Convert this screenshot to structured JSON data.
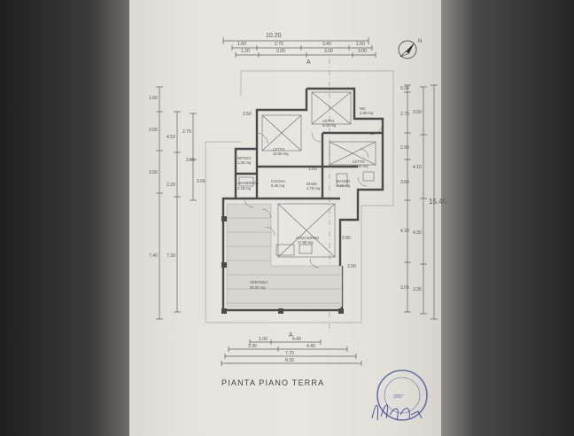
{
  "overall": {
    "width_label": "10.20",
    "height_label": "15.45"
  },
  "dims": {
    "top_row1": [
      "1.50",
      "2.70",
      "3.40",
      "1.50"
    ],
    "top_row2": [
      "1.20",
      "3.00",
      "3.00",
      "3.00"
    ],
    "left_col1": [
      "1.60",
      "3.00",
      "3.00",
      "7.40"
    ],
    "left_col2": [
      "2.70",
      "4.50",
      "2.20",
      "7.30"
    ],
    "left_col3": [
      "3.00",
      "3.66"
    ],
    "right_col1": [
      "0.30",
      "2.70",
      "2.00",
      "3.60",
      "4.30",
      "3.05"
    ],
    "right_col2": [
      "3.00",
      "4.10",
      "4.30",
      "3.35"
    ],
    "bottom_row1": [
      "1.00",
      "4.40"
    ],
    "bottom_row2": [
      "3.30",
      "4.40"
    ],
    "bottom_row3": "7.70",
    "bottom_row4": "8.30",
    "inner": [
      "2.50",
      "1.00",
      "2.80",
      "2.00"
    ]
  },
  "section_marks": {
    "top": "A",
    "bottom": "A"
  },
  "rooms": {
    "letto1": {
      "name": "LETTO",
      "area": "16.00 mq"
    },
    "letto2": {
      "name": "LETTO",
      "area": "9.00 mq"
    },
    "letto3": {
      "name": "LETTO",
      "area": "14.40 mq"
    },
    "wc": {
      "name": "WC",
      "area": "2.80 mq"
    },
    "bagno": {
      "name": "BAGNO",
      "area": "4.50 mq"
    },
    "cucina": {
      "name": "CUCINA",
      "area": "9.45 mq"
    },
    "disimpegno": {
      "name": "DISIM.",
      "area": "4.75 mq"
    },
    "ripostiglio": {
      "name": "RIPOST.",
      "area": "1.80 mq"
    },
    "lavanderia": {
      "name": "LAVANDERIA",
      "area": "2.28 mq"
    },
    "soggiorno": {
      "name": "SOGGIORNO",
      "area": "17.80 mq"
    },
    "veranda": {
      "name": "VERANDA",
      "area": "36.00 mq"
    }
  },
  "north_label": "N",
  "title": "PIANTA PIANO TERRA",
  "stamp": {
    "year": "2007"
  },
  "colors": {
    "line": "#5a5a5a",
    "paper": "#e6e3de",
    "stamp": "#3c4f9a"
  }
}
